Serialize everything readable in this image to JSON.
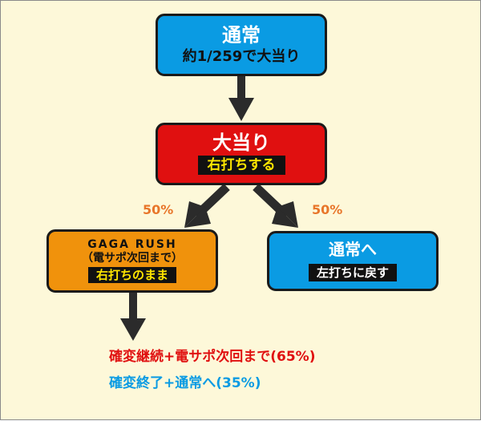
{
  "nodes": {
    "normal": {
      "title": "通常",
      "sub": "約1/259で大当り"
    },
    "jackpot": {
      "title": "大当り",
      "tag": "右打ちする"
    },
    "rush": {
      "title": "GAGA RUSH",
      "sub": "（電サポ次回まで）",
      "tag": "右打ちのまま"
    },
    "back": {
      "title": "通常へ",
      "tag": "左打ちに戻す"
    }
  },
  "branches": {
    "left_pct": "50%",
    "right_pct": "50%"
  },
  "results": {
    "continue": "確変継続+電サポ次回まで(65%)",
    "end": "確変終了+通常へ(35%)"
  },
  "colors": {
    "background": "#fdf8d9",
    "blue": "#0a9be3",
    "red": "#e01010",
    "orange": "#f0920c",
    "percent": "#e8762a",
    "tag_yellow": "#ffe600"
  }
}
